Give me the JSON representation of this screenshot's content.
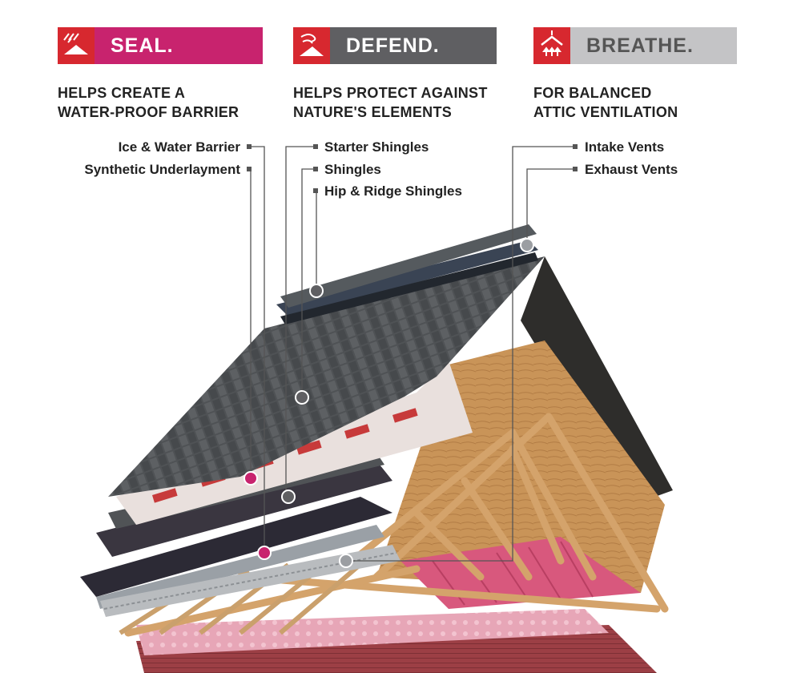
{
  "sections": [
    {
      "title": "SEAL.",
      "subtitle_line1": "HELPS CREATE A",
      "subtitle_line2": "WATER-PROOF BARRIER",
      "color": "#c8236e"
    },
    {
      "title": "DEFEND.",
      "subtitle_line1": "HELPS PROTECT AGAINST",
      "subtitle_line2": "NATURE'S ELEMENTS",
      "color": "#5f5f62"
    },
    {
      "title": "BREATHE.",
      "subtitle_line1": "FOR BALANCED",
      "subtitle_line2": "ATTIC VENTILATION",
      "color": "#c4c4c6"
    }
  ],
  "icon_color": "#d7282f",
  "labels": {
    "ice_water": "Ice & Water Barrier",
    "synthetic": "Synthetic Underlayment",
    "starter": "Starter Shingles",
    "shingles": "Shingles",
    "hip_ridge": "Hip & Ridge Shingles",
    "intake": "Intake Vents",
    "exhaust": "Exhaust Vents"
  }
}
